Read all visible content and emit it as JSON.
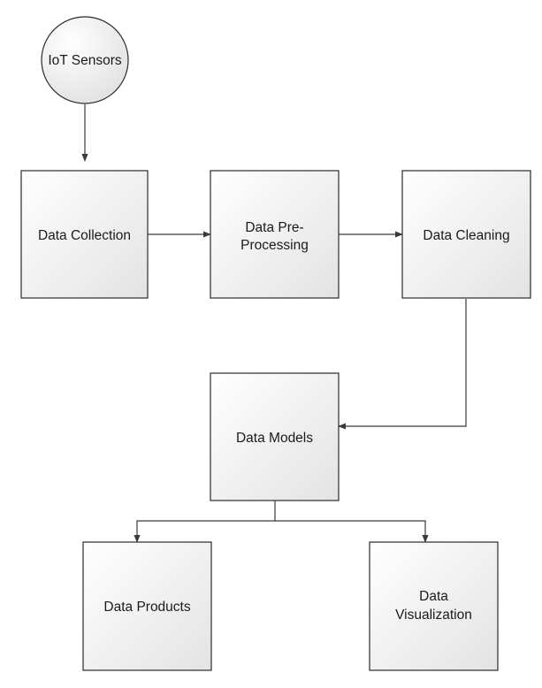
{
  "nodes": {
    "iot_sensors": {
      "lines": [
        "IoT Sensors"
      ]
    },
    "data_collection": {
      "lines": [
        "Data Collection"
      ]
    },
    "data_preprocessing": {
      "lines": [
        "Data Pre-",
        "Processing"
      ]
    },
    "data_cleaning": {
      "lines": [
        "Data Cleaning"
      ]
    },
    "data_models": {
      "lines": [
        "Data Models"
      ]
    },
    "data_products": {
      "lines": [
        "Data Products"
      ]
    },
    "data_visualization": {
      "lines": [
        "Data",
        "Visualization"
      ]
    }
  },
  "edges": [
    {
      "from": "iot_sensors",
      "to": "data_collection"
    },
    {
      "from": "data_collection",
      "to": "data_preprocessing"
    },
    {
      "from": "data_preprocessing",
      "to": "data_cleaning"
    },
    {
      "from": "data_cleaning",
      "to": "data_models"
    },
    {
      "from": "data_models",
      "to": "data_products"
    },
    {
      "from": "data_models",
      "to": "data_visualization"
    }
  ],
  "colors": {
    "node_fill_top": "#ffffff",
    "node_fill_bottom": "#e3e3e3",
    "node_stroke": "#2b2b2b",
    "edge": "#3a3a3a",
    "text": "#1a1a1a"
  }
}
